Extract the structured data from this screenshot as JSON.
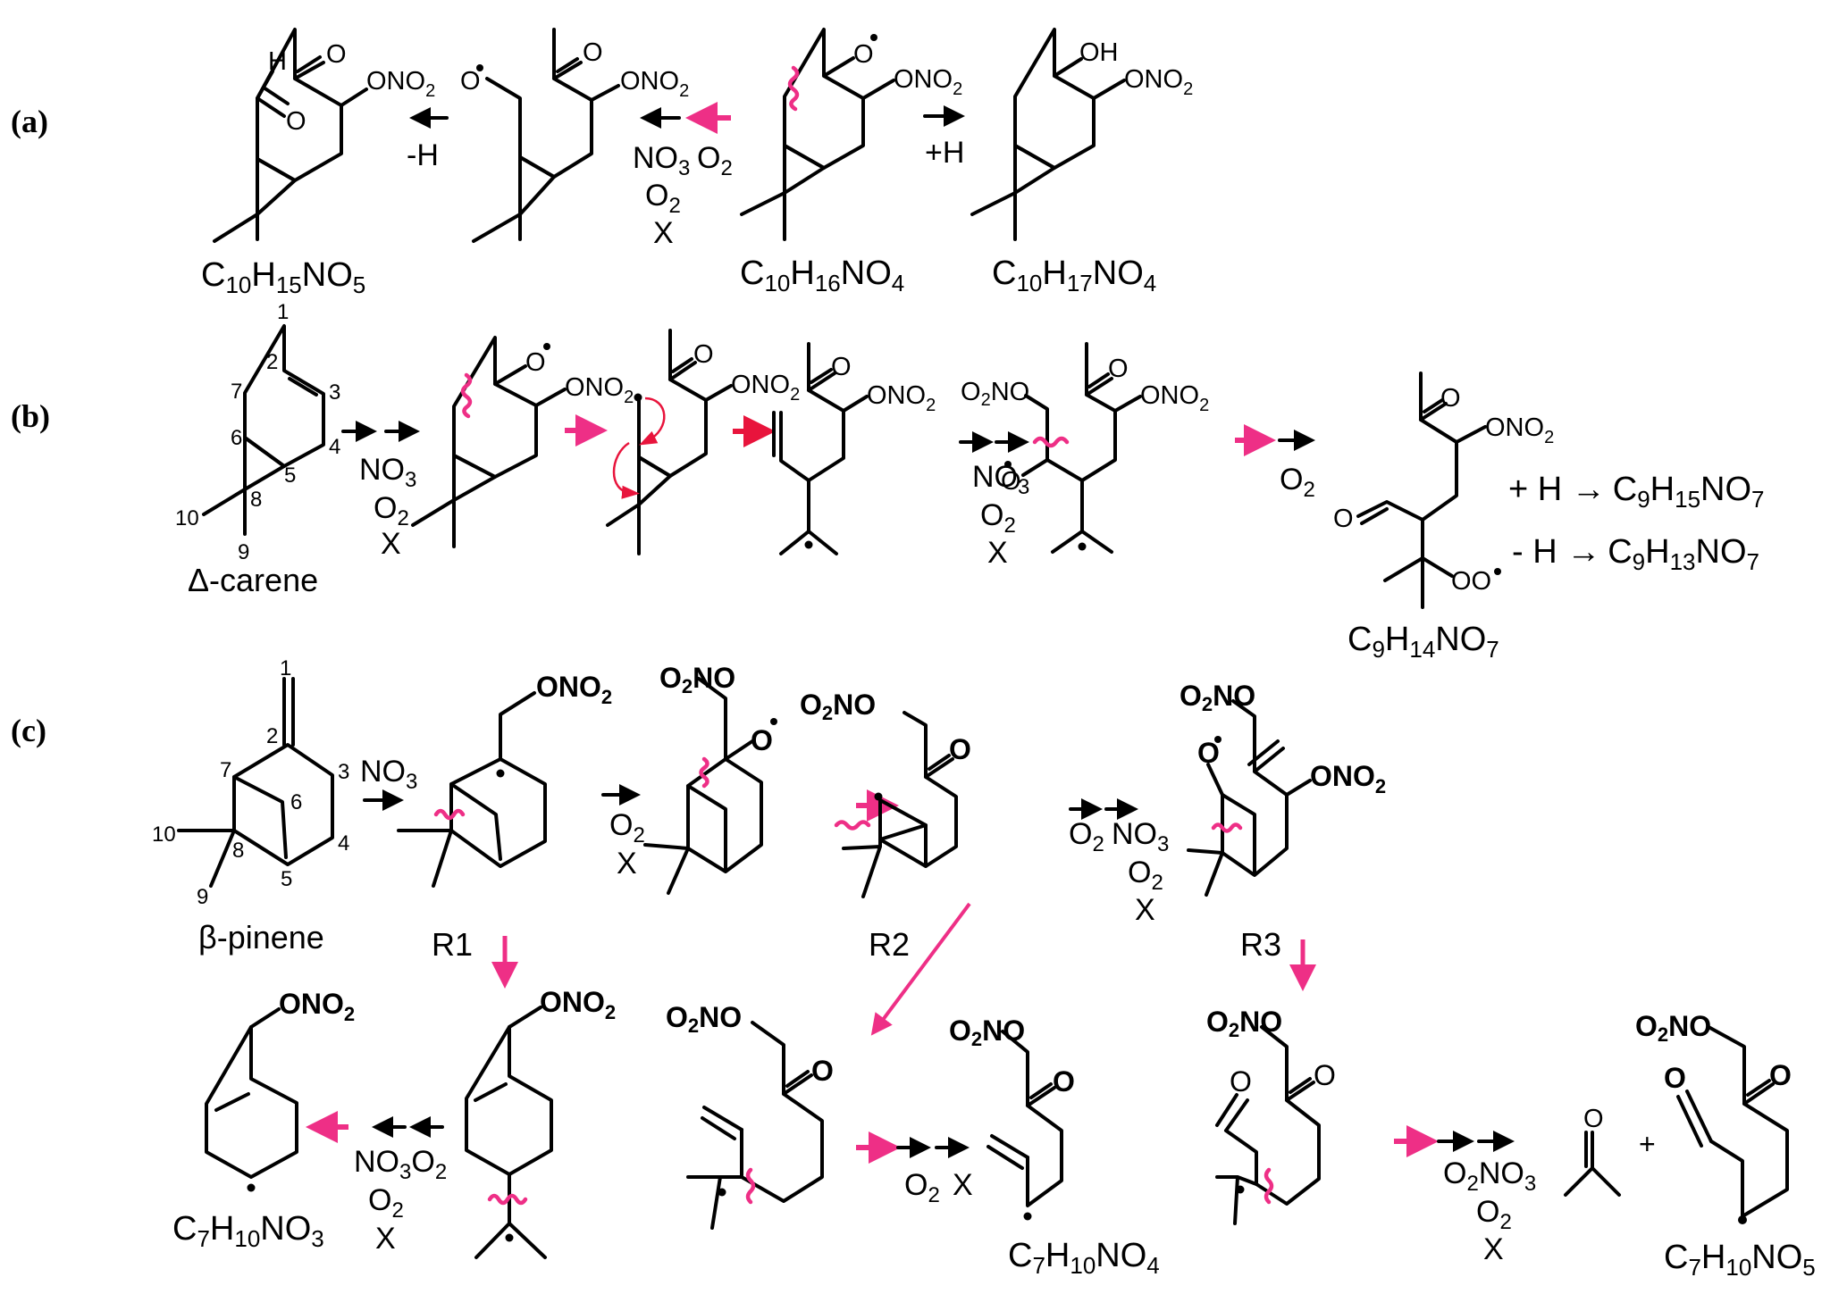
{
  "colors": {
    "bond": "#000000",
    "highlight_arrow": "#ee2f86",
    "scission_wavy": "#ee2f86",
    "red_arrow": "#e8143c"
  },
  "panels": {
    "a": {
      "label": "(a)",
      "formulas": {
        "product_left": {
          "C": "C",
          "c_sub": "10",
          "H": "H",
          "h_sub": "15",
          "N": "NO",
          "n_sub": "5"
        },
        "center": {
          "C": "C",
          "c_sub": "10",
          "H": "H",
          "h_sub": "16",
          "N": "NO",
          "n_sub": "4"
        },
        "product_right": {
          "C": "C",
          "c_sub": "10",
          "H": "H",
          "h_sub": "17",
          "N": "NO",
          "n_sub": "4"
        }
      },
      "reagents": {
        "minus_h": "-H",
        "plus_h": "+H",
        "no3": "NO",
        "no3_sub": "3",
        "o2_a": "O",
        "o2_a_sub": "2",
        "o2_b": "O",
        "o2_b_sub": "2",
        "x": "X"
      },
      "atoms": {
        "h": "H",
        "o": "O",
        "ono2": "ONO",
        "ono2_sub": "2",
        "oh": "OH"
      }
    },
    "b": {
      "label": "(b)",
      "name": "Δ-carene",
      "atom_numbers": [
        "1",
        "2",
        "3",
        "4",
        "5",
        "6",
        "7",
        "8",
        "9",
        "10"
      ],
      "reagents": {
        "no3": "NO",
        "no3_sub": "3",
        "o2": "O",
        "o2_sub": "2",
        "x": "X",
        "no3_2": "NO",
        "no3_2_sub": "3",
        "o2_2": "O",
        "o2_2_sub": "2",
        "x_2": "X",
        "o2_3": "O",
        "o2_3_sub": "2"
      },
      "atoms": {
        "o": "O",
        "ono2": "ONO",
        "ono2_sub": "2",
        "o2no_o": "O",
        "o2no_sub": "2",
        "o2no_rest": "NO",
        "oo": "OO"
      },
      "formula_main": {
        "C": "C",
        "c_sub": "9",
        "H": "H",
        "h_sub": "14",
        "N": "NO",
        "n_sub": "7"
      },
      "branches": [
        {
          "prefix": "+ H →",
          "C": "C",
          "c_sub": "9",
          "H": "H",
          "h_sub": "15",
          "N": "NO",
          "n_sub": "7"
        },
        {
          "prefix": "- H →",
          "C": "C",
          "c_sub": "9",
          "H": "H",
          "h_sub": "13",
          "N": "NO",
          "n_sub": "7"
        }
      ]
    },
    "c": {
      "label": "(c)",
      "name": "β-pinene",
      "atom_numbers": [
        "1",
        "2",
        "3",
        "4",
        "5",
        "6",
        "7",
        "8",
        "9",
        "10"
      ],
      "routes": [
        "R1",
        "R2",
        "R3"
      ],
      "reagents": {
        "no3": "NO",
        "no3_sub": "3",
        "o2": "O",
        "o2_sub": "2",
        "x": "X",
        "o2_b": "O",
        "o2_b_sub": "2",
        "no3_b": "NO",
        "no3_b_sub": "3",
        "o2_c": "O",
        "o2_c_sub": "2",
        "x_b": "X",
        "r1_no3": "NO",
        "r1_no3_sub": "3",
        "r1_o2": "O",
        "r1_o2_sub": "2",
        "r1_o2b": "O",
        "r1_o2b_sub": "2",
        "r1_x": "X",
        "r2_o2": "O",
        "r2_o2_sub": "2",
        "r2_x": "X",
        "r3_o2": "O",
        "r3_o2_sub": "2",
        "r3_no3": "NO",
        "r3_no3_sub": "3",
        "r3_o2b": "O",
        "r3_o2b_sub": "2",
        "r3_x": "X"
      },
      "atoms": {
        "ono2": "ONO",
        "ono2_sub": "2",
        "o2no_o": "O",
        "o2no_sub": "2",
        "o2no_rest": "NO",
        "o": "O",
        "plus": "+"
      },
      "formulas": {
        "r1": {
          "C": "C",
          "c_sub": "7",
          "H": "H",
          "h_sub": "10",
          "N": "NO",
          "n_sub": "3"
        },
        "r2": {
          "C": "C",
          "c_sub": "7",
          "H": "H",
          "h_sub": "10",
          "N": "NO",
          "n_sub": "4"
        },
        "r3": {
          "C": "C",
          "c_sub": "7",
          "H": "H",
          "h_sub": "10",
          "N": "NO",
          "n_sub": "5"
        }
      }
    }
  }
}
